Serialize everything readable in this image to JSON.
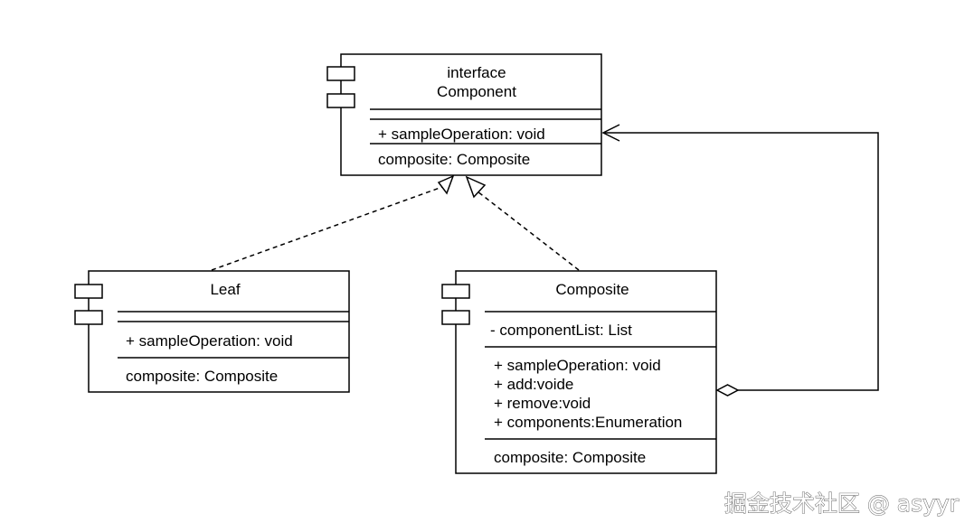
{
  "component": {
    "stereotype": "interface",
    "name": "Component",
    "methods": [
      "+ sampleOperation: void"
    ],
    "composite": "composite: Composite"
  },
  "leaf": {
    "name": "Leaf",
    "methods": [
      "+ sampleOperation: void"
    ],
    "composite": "composite: Composite"
  },
  "composite_class": {
    "name": "Composite",
    "attributes": [
      "- componentList: List"
    ],
    "methods": [
      "+ sampleOperation: void",
      "+ add:voide",
      "+ remove:void",
      "+ components:Enumeration"
    ],
    "composite": "composite: Composite"
  },
  "watermark": "掘金技术社区 @ asyyr"
}
